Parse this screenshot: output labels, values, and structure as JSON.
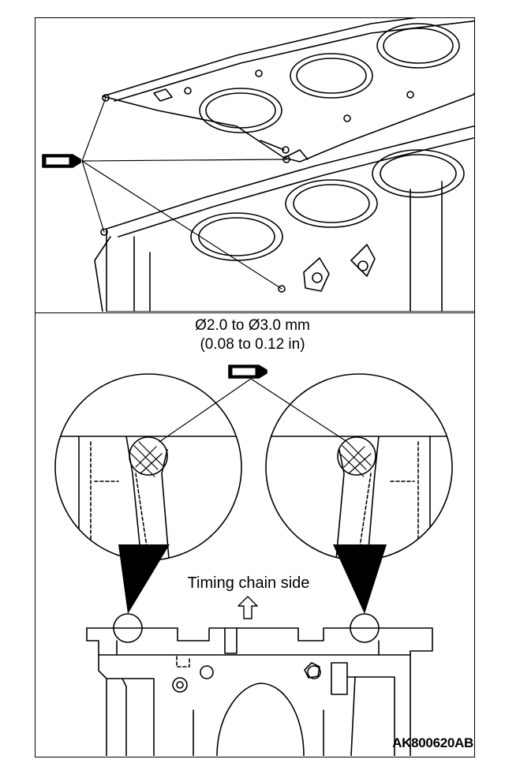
{
  "spec": {
    "line1": "Ø2.0 to Ø3.0 mm",
    "line2": "(0.08 to 0.12 in)"
  },
  "direction_label": "Timing chain side",
  "reference_code": "AK800620AB",
  "icons": {
    "sealant_tube_top": "sealant-tube-icon",
    "sealant_tube_bottom": "sealant-tube-icon",
    "direction_arrow": "up-arrow-icon"
  }
}
